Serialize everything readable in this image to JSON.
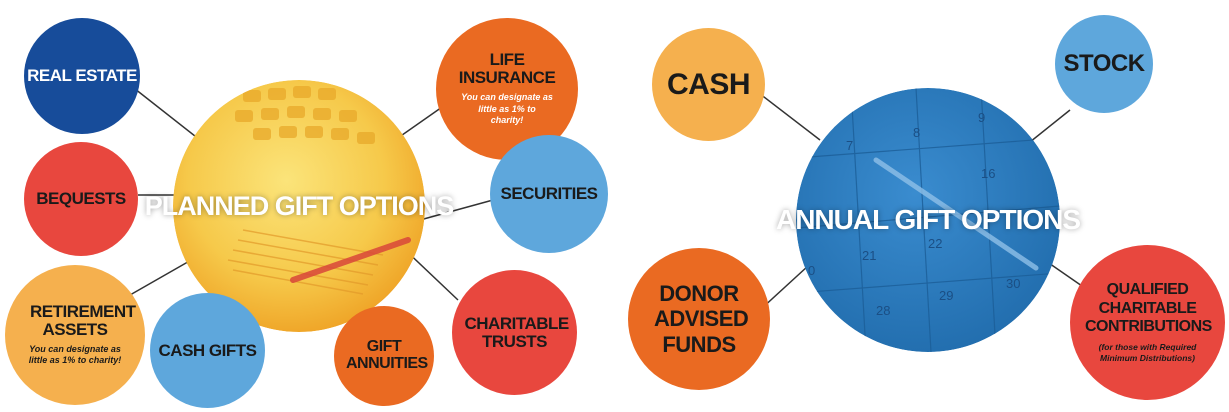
{
  "planned": {
    "title": "PLANNED GIFT OPTIONS",
    "colors": {
      "hub_light": "#f8dc62",
      "hub_dark": "#f0b02a"
    },
    "items": [
      {
        "id": "real-estate",
        "label": "REAL ESTATE",
        "color": "#174c9a",
        "text_color": "#ffffff"
      },
      {
        "id": "life-insurance",
        "label": "LIFE INSURANCE",
        "note": "You can designate as little as 1% to charity!",
        "color": "#ea6a22",
        "text_color": "#1a1a1a"
      },
      {
        "id": "bequests",
        "label": "BEQUESTS",
        "color": "#e8473e",
        "text_color": "#1a1a1a"
      },
      {
        "id": "securities",
        "label": "SECURITIES",
        "color": "#5ea7dc",
        "text_color": "#1a1a1a"
      },
      {
        "id": "retirement-assets",
        "label": "RETIREMENT ASSETS",
        "note": "You can designate as little as 1% to charity!",
        "color": "#f5b04e",
        "text_color": "#1a1a1a"
      },
      {
        "id": "cash-gifts",
        "label": "CASH GIFTS",
        "color": "#5ea7dc",
        "text_color": "#1a1a1a"
      },
      {
        "id": "gift-annuities",
        "label": "GIFT ANNUITIES",
        "color": "#ea6a22",
        "text_color": "#1a1a1a"
      },
      {
        "id": "charitable-trusts",
        "label": "CHARITABLE TRUSTS",
        "color": "#e8473e",
        "text_color": "#1a1a1a"
      }
    ]
  },
  "annual": {
    "title": "ANNUAL GIFT OPTIONS",
    "colors": {
      "hub": "#2f7fc1",
      "hub_dark": "#1f6aaa"
    },
    "calendar_numbers": [
      "7",
      "8",
      "9",
      "16",
      "21",
      "22",
      "0",
      "28",
      "29",
      "30"
    ],
    "items": [
      {
        "id": "cash",
        "label": "CASH",
        "color": "#f5b04e",
        "text_color": "#1a1a1a"
      },
      {
        "id": "stock",
        "label": "STOCK",
        "color": "#5ea7dc",
        "text_color": "#1a1a1a"
      },
      {
        "id": "donor-advised-funds",
        "label": "DONOR ADVISED FUNDS",
        "color": "#ea6a22",
        "text_color": "#1a1a1a"
      },
      {
        "id": "qualified-charitable-contributions",
        "label": "QUALIFIED CHARITABLE CONTRIBUTIONS",
        "note": "(for those with Required Minimum Distributions)",
        "color": "#e8473e",
        "text_color": "#1a1a1a"
      }
    ]
  }
}
